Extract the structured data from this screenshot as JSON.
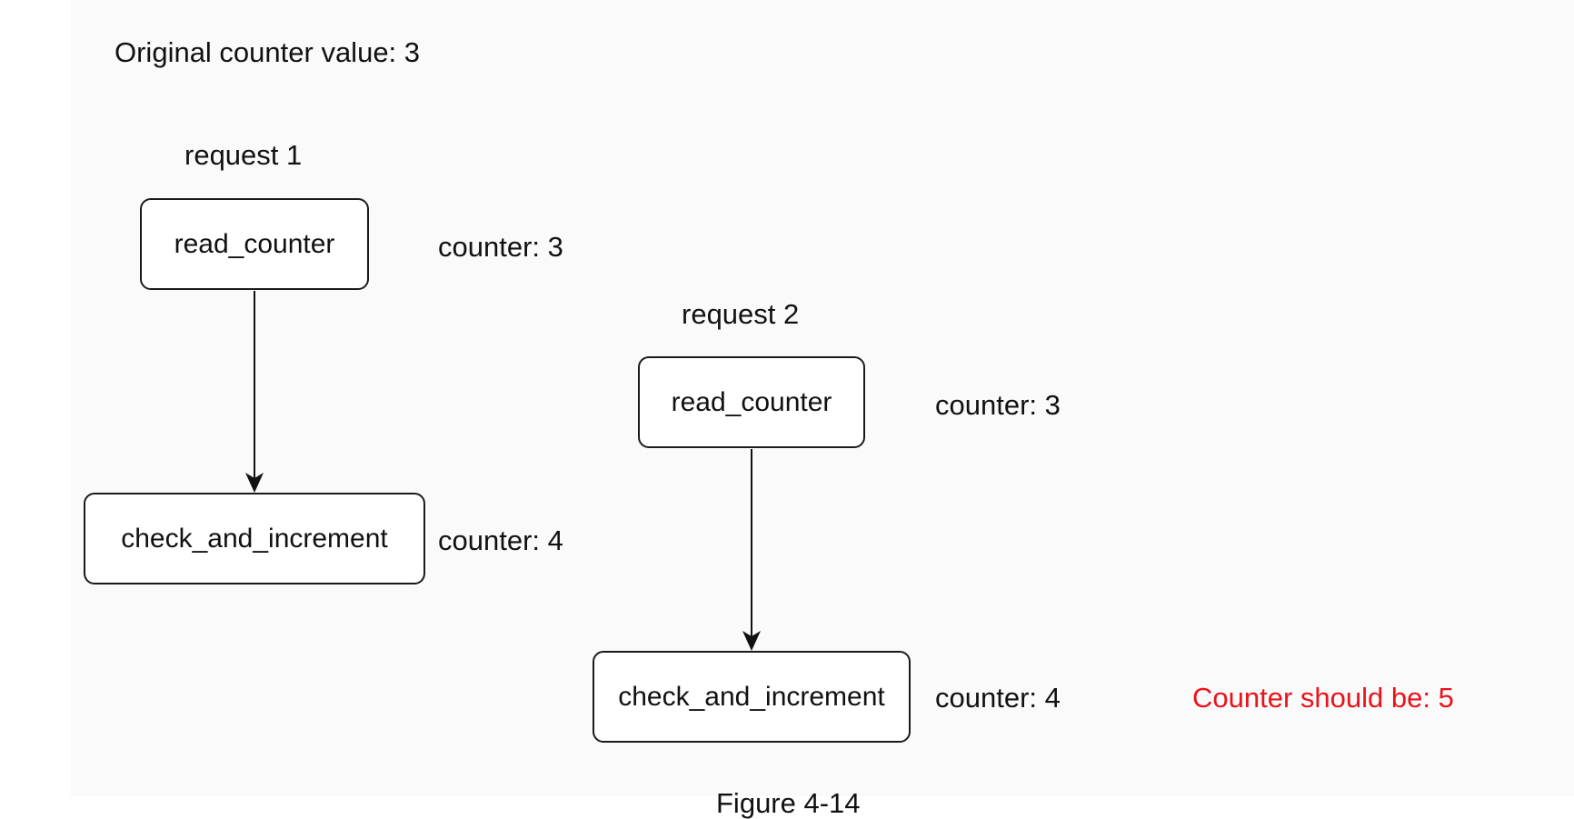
{
  "header": {
    "original_value_text": "Original counter value: 3"
  },
  "request1": {
    "label": "request 1",
    "read_box": "read_counter",
    "read_counter_text": "counter: 3",
    "increment_box": "check_and_increment",
    "increment_counter_text": "counter: 4"
  },
  "request2": {
    "label": "request 2",
    "read_box": "read_counter",
    "read_counter_text": "counter: 3",
    "increment_box": "check_and_increment",
    "increment_counter_text": "counter: 4"
  },
  "note": {
    "text": "Counter should be: 5",
    "color": "#e8141b"
  },
  "caption": {
    "text": "Figure 4-14"
  }
}
